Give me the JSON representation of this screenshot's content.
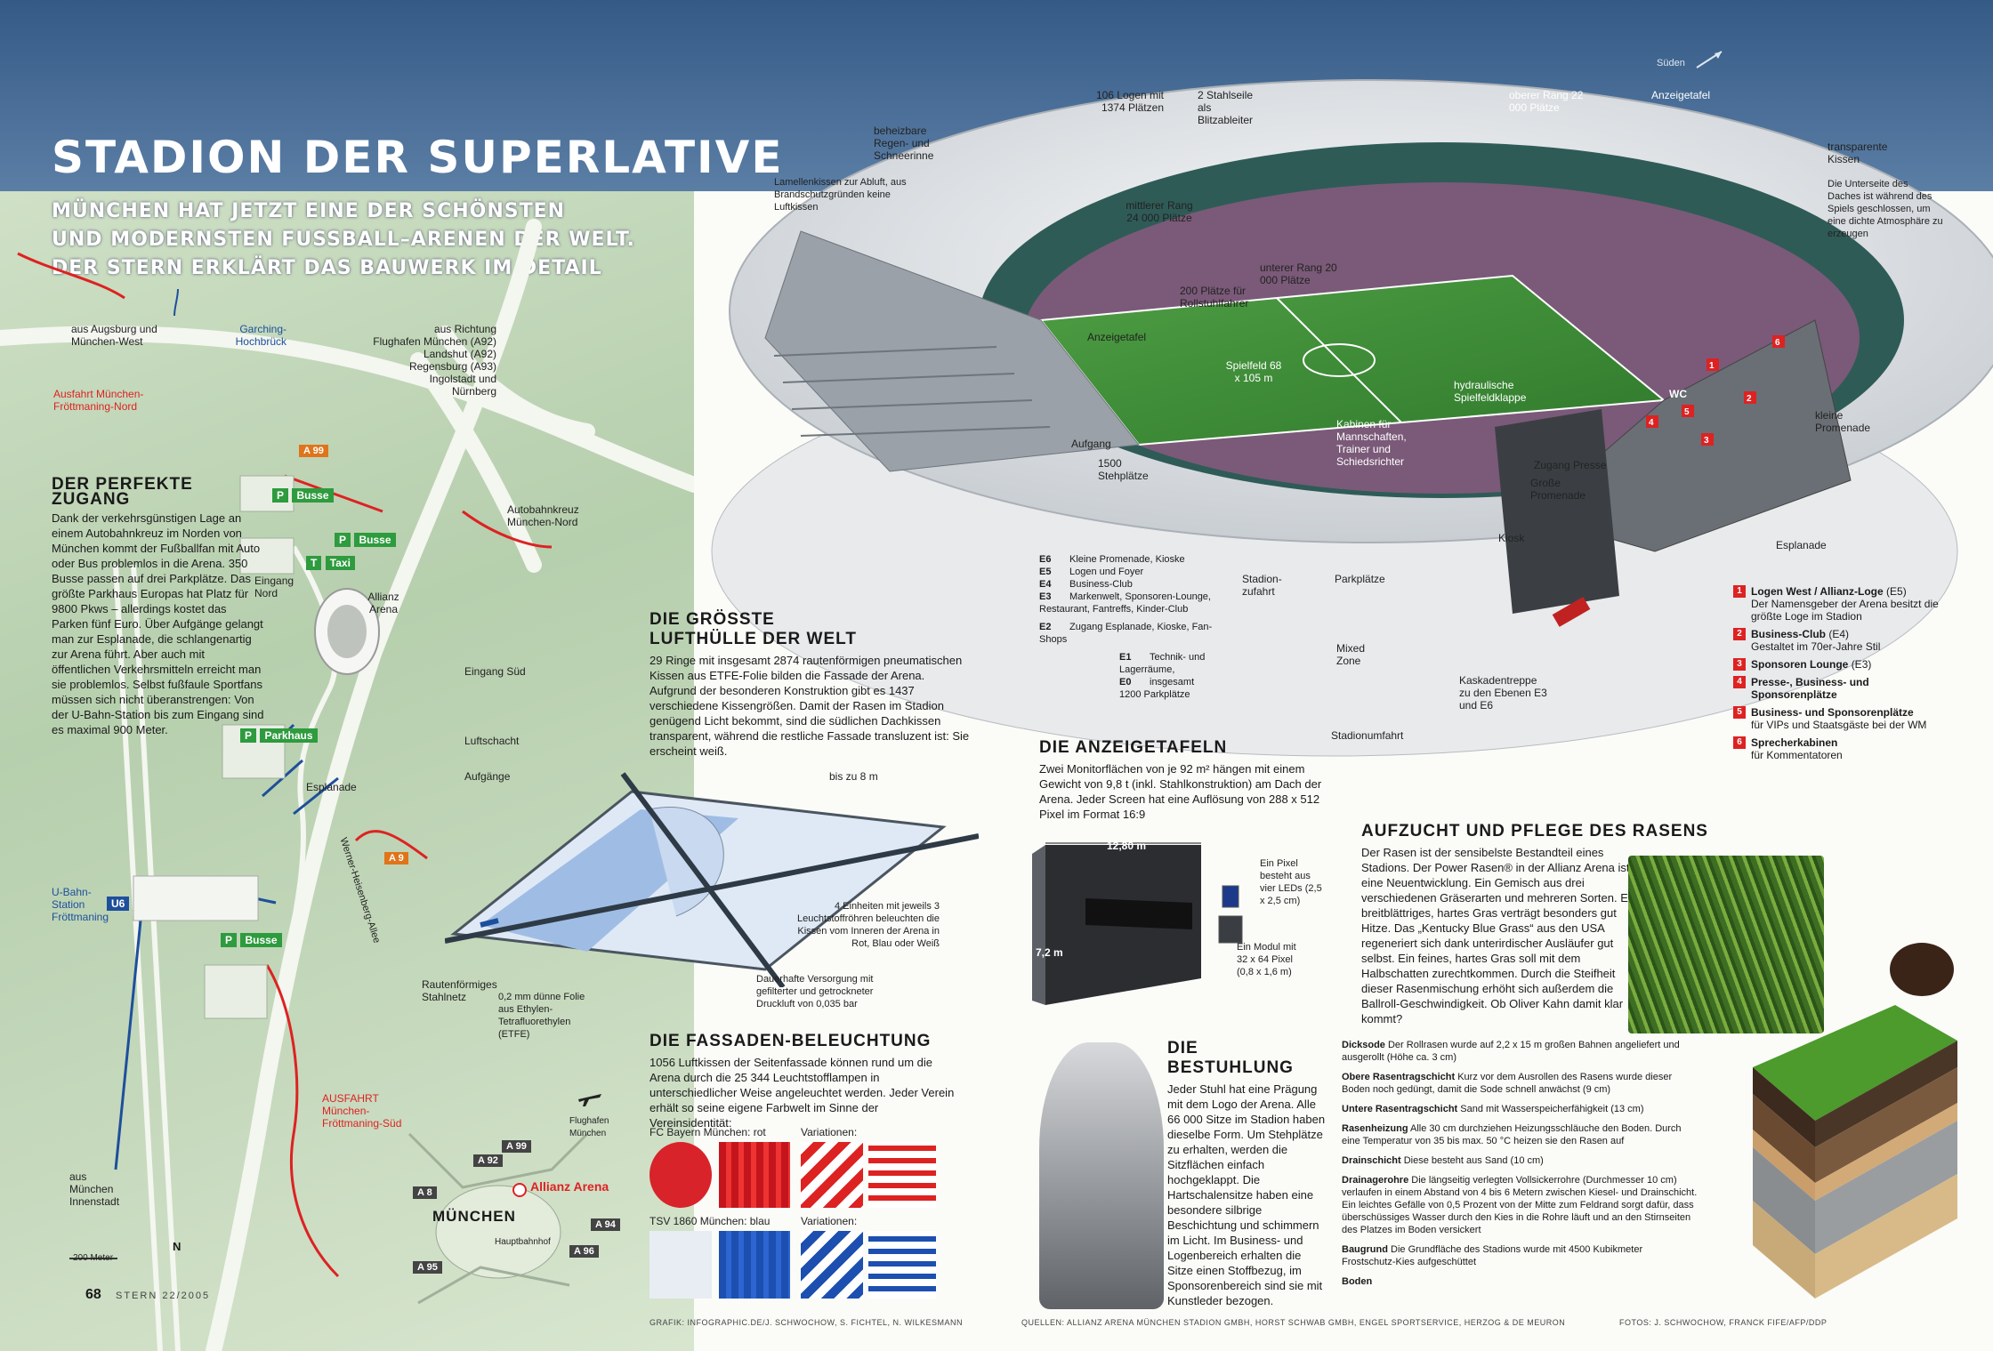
{
  "colors": {
    "accent_red": "#dd2222",
    "sky_blue": "#3a5f8a",
    "map_green": "#c6d9bd",
    "roof_white": "#eef0f2",
    "pitch_green": "#3e8f3a"
  },
  "header": {
    "title": "STADION DER SUPERLATIVE",
    "subtitle": [
      "MÜNCHEN HAT JETZT EINE DER SCHÖNSTEN",
      "UND MODERNSTEN FUSSBALL–ARENEN DER WELT.",
      "DER STERN ERKLÄRT DAS BAUWERK IM DETAIL"
    ]
  },
  "compass": "Süden",
  "access": {
    "title": "DER PERFEKTE ZUGANG",
    "text": "Dank der verkehrsgünstigen Lage an einem Autobahnkreuz im Norden von München kommt der Fußballfan mit Auto oder Bus problemlos in die Arena. 350 Busse passen auf drei Parkplätze. Das größte Parkhaus Europas hat Platz für 9800 Pkws – allerdings kostet das Parken fünf Euro. Über Aufgänge gelangt man zur Esplanade, die schlangenartig zur Arena führt. Aber auch mit öffentlichen Verkehrsmitteln erreicht man sie problemlos. Selbst fußfaule Sportfans müssen sich nicht überanstrengen: Von der U-Bahn-Station bis zum Eingang sind es maximal 900 Meter."
  },
  "map_labels": {
    "augsburg": "aus Augsburg und München-West",
    "garching": "Garching-Hochbrück",
    "richtung": [
      "aus Richtung",
      "Flughafen München (A92)",
      "Landshut (A92)",
      "Regensburg (A93)",
      "Ingolstadt und",
      "Nürnberg"
    ],
    "ausfahrt_nord": "Ausfahrt München-Fröttmaning-Nord",
    "a99": "A 99",
    "a9": "A 9",
    "busse": "Busse",
    "parkhaus": "Parkhaus",
    "taxi": "Taxi",
    "eingang_nord": "Eingang Nord",
    "allianz_arena": "Allianz Arena",
    "kreuz": "Autobahnkreuz München-Nord",
    "eingang_sued": "Eingang Süd",
    "luftschacht": "Luftschacht",
    "aufgaenge": "Aufgänge",
    "esplanade": "Esplanade",
    "werner": "Werner-Heisenberg-Allee",
    "ubahn": "U-Bahn-Station Fröttmaning",
    "u6": "U6",
    "ausfahrt_sued": "AUSFAHRT München-Fröttmaning-Süd",
    "innenstadt": "aus München Innenstadt",
    "muenchen": "MÜNCHEN",
    "hbf": "Hauptbahnhof",
    "flughafen": "Flughafen München",
    "allianz_map": "Allianz Arena",
    "a92": "A 92",
    "a8": "A 8",
    "a94": "A 94",
    "a95": "A 95",
    "a96": "A 96",
    "a99b": "A 99",
    "scale": "200 Meter",
    "north": "N",
    "page": "68",
    "magazine": "STERN 22/2005"
  },
  "stadium_labels": {
    "logen": "106 Logen mit 1374 Plätzen",
    "stahlseile": "2 Stahlseile als Blitzableiter",
    "oberer_rang": "oberer Rang 22 000 Plätze",
    "anzeigetafel_top": "Anzeigetafel",
    "regenrinne": "beheizbare Regen- und Schneerinne",
    "lamellen": "Lamellenkissen zur Abluft, aus Brandschutzgründen keine Luftkissen",
    "mittlerer_rang": "mittlerer Rang 24 000 Plätze",
    "transparente": "transparente Kissen",
    "unterseite": "Die Unterseite des Daches ist während des Spiels geschlossen, um eine dichte Atmosphäre zu erzeugen",
    "unterer_rang": "unterer Rang 20 000 Plätze",
    "rollstuhl": "200 Plätze für Rollstuhlfahrer",
    "anzeigetafel_left": "Anzeigetafel",
    "spielfeld": "Spielfeld 68 x 105 m",
    "klappe": "hydraulische Spielfeldklappe",
    "kabinen": "Kabinen für Mannschaften, Trainer und Schiedsrichter",
    "aufgang": "Aufgang",
    "stehplaetze": "1500 Stehplätze",
    "zugang_presse": "Zugang Presse",
    "grosse_promenade": "Große Promenade",
    "kleine_promenade": "kleine Promenade",
    "kiosk": "Kiosk",
    "esplanade": "Esplanade",
    "stadionzufahrt": "Stadion-zufahrt",
    "parkplaetze": "Parkplätze",
    "mixed_zone": "Mixed Zone",
    "kaskadentreppe": "Kaskadentreppe zu den Ebenen E3 und E6",
    "stadionumfahrt": "Stadionumfahrt",
    "wc": "WC"
  },
  "floors": [
    {
      "code": "E6",
      "text": "Kleine Promenade, Kioske"
    },
    {
      "code": "E5",
      "text": "Logen und Foyer"
    },
    {
      "code": "E4",
      "text": "Business-Club"
    },
    {
      "code": "E3",
      "text": "Markenwelt, Sponsoren-Lounge, Restaurant, Fantreffs, Kinder-Club"
    },
    {
      "code": "E2",
      "text": "Zugang Esplanade, Kioske, Fan-Shops"
    },
    {
      "code": "E1",
      "text": "Technik- und Lagerräume,"
    },
    {
      "code": "E0",
      "text": "insgesamt 1200 Parkplätze"
    }
  ],
  "legend": [
    {
      "num": "1",
      "title": "Logen West / Allianz-Loge",
      "extra": "(E5)",
      "text": "Der Namensgeber der Arena besitzt die größte Loge im Stadion"
    },
    {
      "num": "2",
      "title": "Business-Club",
      "extra": "(E4)",
      "text": "Gestaltet im 70er-Jahre Stil"
    },
    {
      "num": "3",
      "title": "Sponsoren Lounge",
      "extra": "(E3)",
      "text": ""
    },
    {
      "num": "4",
      "title": "Presse-, Business- und Sponsorenplätze",
      "extra": "",
      "text": ""
    },
    {
      "num": "5",
      "title": "Business- und Sponsorenplätze",
      "extra": "",
      "text": "für VIPs und Staatsgäste bei der WM"
    },
    {
      "num": "6",
      "title": "Sprecherkabinen",
      "extra": "",
      "text": "für Kommentatoren"
    }
  ],
  "hull": {
    "title": "DIE GRÖSSTE LUFTHÜLLE DER WELT",
    "text": "29 Ringe mit insgesamt 2874 rautenförmigen pneumatischen Kissen aus ETFE-Folie bilden die Fassade der Arena. Aufgrund der besonderen Konstruktion gibt es 1437 verschiedene Kissengrößen. Damit der Rasen im Stadion genügend Licht bekommt, sind die südlichen Dachkissen transparent, während die restliche Fassade transluzent ist: Sie erscheint weiß.",
    "bis": "bis zu 8 m",
    "einheiten": "4 Einheiten mit jeweils 3 Leuchtstoffröhren beleuchten die Kissen vom Inneren der Arena in Rot, Blau oder Weiß",
    "versorgung": "Dauerhafte Versorgung mit gefilterter und getrockneter Druckluft von 0,035 bar",
    "stahlnetz": "Rautenförmiges Stahlnetz",
    "folie": "0,2 mm dünne Folie aus Ethylen-Tetrafluorethylen (ETFE)"
  },
  "facade": {
    "title": "DIE FASSADEN-BELEUCHTUNG",
    "text": "1056 Luftkissen der Seitenfassade können rund um die Arena durch die 25 344 Leuchtstofflampen in unterschiedlicher Weise angeleuchtet werden. Jeder Verein erhält so seine eigene Farbwelt im Sinne der Vereinsidentität:",
    "bayern": "FC Bayern München: rot",
    "variationen1": "Variationen:",
    "tsv": "TSV 1860 München: blau",
    "variationen2": "Variationen:"
  },
  "boards": {
    "title": "DIE ANZEIGETAFELN",
    "text": "Zwei Monitorflächen von je 92 m² hängen mit einem Gewicht von 9,8 t (inkl. Stahlkonstruktion) am Dach der Arena. Jeder Screen hat eine Auflösung von 288 x 512 Pixel im Format 16:9",
    "width": "12,80 m",
    "height": "7,2 m",
    "pixel": "Ein Pixel besteht aus vier LEDs (2,5 x 2,5 cm)",
    "modul": "Ein Modul mit 32 x 64 Pixel (0,8 x 1,6 m)"
  },
  "seating": {
    "title": "DIE BESTUHLUNG",
    "text": "Jeder Stuhl hat eine Prägung mit dem Logo der Arena. Alle 66 000 Sitze im Stadion haben dieselbe Form. Um Stehplätze zu erhalten, werden die Sitzflächen einfach hochgeklappt. Die Hartschalensitze haben eine besondere silbrige Beschichtung und schimmern im Licht. Im Business- und Logenbereich erhalten die Sitze einen Stoffbezug, im Sponsorenbereich sind sie mit Kunstleder bezogen."
  },
  "lawn": {
    "title": "AUFZUCHT UND PFLEGE DES RASENS",
    "text": "Der Rasen ist der sensibelste Bestandteil eines Stadions. Der Power Rasen® in der Allianz Arena ist eine Neuentwicklung. Ein Gemisch aus drei verschiedenen Gräserarten und mehreren Sorten. Ein breitblättriges, hartes Gras verträgt besonders gut Hitze. Das „Kentucky Blue Grass“ aus den USA regeneriert sich dank unterirdischer Ausläufer gut selbst. Ein feines, hartes Gras soll mit dem Halbschatten zurechtkommen. Durch die Steifheit dieser Rasenmischung erhöht sich außerdem die Ballroll-Geschwindigkeit. Ob Oliver Kahn damit klar kommt?",
    "layers": [
      {
        "name": "Dicksode",
        "text": "Der Rollrasen wurde auf 2,2 x 15 m großen Bahnen angeliefert und ausgerollt (Höhe ca. 3 cm)"
      },
      {
        "name": "Obere Rasentragschicht",
        "text": "Kurz vor dem Ausrollen des Rasens wurde dieser Boden noch gedüngt, damit die Sode schnell anwächst (9 cm)"
      },
      {
        "name": "Untere Rasentragschicht",
        "text": "Sand mit Wasserspeicherfähigkeit (13 cm)"
      },
      {
        "name": "Rasenheizung",
        "text": "Alle 30 cm durchziehen Heizungsschläuche den Boden. Durch eine Temperatur von 35 bis max. 50 °C heizen sie den Rasen auf"
      },
      {
        "name": "Drainschicht",
        "text": "Diese besteht aus Sand (10 cm)"
      },
      {
        "name": "Drainagerohre",
        "text": "Die längseitig verlegten Vollsickerrohre (Durchmesser 10 cm) verlaufen in einem Abstand von 4 bis 6 Metern zwischen Kiesel- und Drainschicht. Ein leichtes Gefälle von 0,5 Prozent von der Mitte zum Feldrand sorgt dafür, dass überschüssiges Wasser durch den Kies in die Rohre läuft und an den Stirnseiten des Platzes im Boden versickert"
      },
      {
        "name": "Baugrund",
        "text": "Die Grundfläche des Stadions wurde mit 4500 Kubikmeter Frostschutz-Kies aufgeschüttet"
      },
      {
        "name": "Boden",
        "text": ""
      }
    ]
  },
  "credits": {
    "grafik": "GRAFIK: INFOGRAPHIC.DE/J. SCHWOCHOW, S. FICHTEL, N. WILKESMANN",
    "quellen": "QUELLEN: ALLIANZ ARENA MÜNCHEN STADION GMBH, HORST SCHWAB GMBH, ENGEL SPORTSERVICE, HERZOG & DE MEURON",
    "fotos": "FOTOS: J. SCHWOCHOW, FRANCK FIFE/AFP/DDP"
  }
}
